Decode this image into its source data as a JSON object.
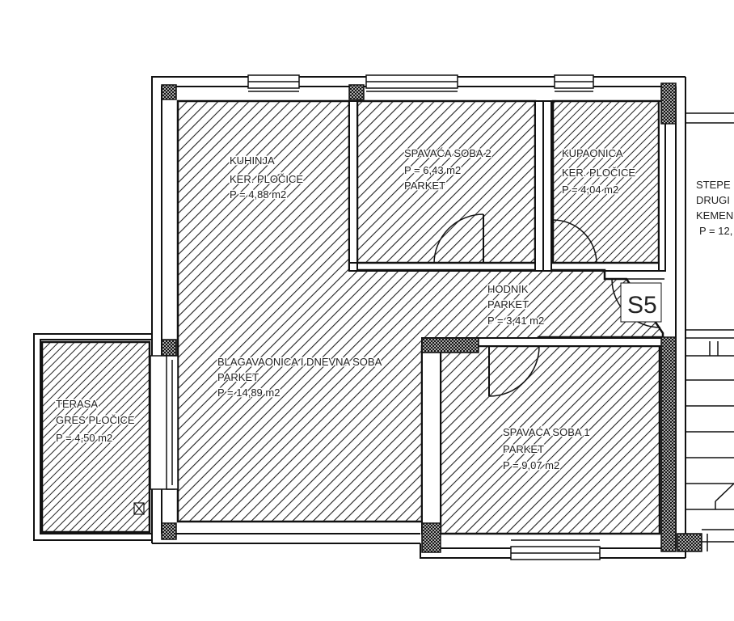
{
  "colors": {
    "line": "#111111",
    "hatch": "#222222",
    "background": "#ffffff",
    "wall_fill": "#ffffff"
  },
  "rooms": [
    {
      "id": "kuhinja",
      "lines": [
        "KUHINJA",
        "KER. PLOČICE",
        "P = 4,88 m2"
      ]
    },
    {
      "id": "spavaca-soba-2",
      "lines": [
        "SPAVAĆA SOBA 2",
        "P = 6,43 m2",
        "PARKET"
      ]
    },
    {
      "id": "kupaonica",
      "lines": [
        "KUPAONICA",
        "KER. PLOČICE",
        "P = 4,04 m2"
      ]
    },
    {
      "id": "stepenice",
      "lines": [
        "STEPE",
        "DRUGI",
        "KEMEN",
        "P = 12,"
      ]
    },
    {
      "id": "hodnik",
      "lines": [
        "HODNIK",
        "PARKET",
        "P = 3,41 m2"
      ]
    },
    {
      "id": "blagavaonica",
      "lines": [
        "BLAGAVAONICA I DNEVNA SOBA",
        "PARKET",
        "P = 14,89 m2"
      ]
    },
    {
      "id": "terasa",
      "lines": [
        "TERASA",
        "GRES PLOČICE",
        "P = 4,50 m2"
      ]
    },
    {
      "id": "spavaca-soba-1",
      "lines": [
        "SPAVAĆA SOBA 1",
        "PARKET",
        "P = 9,07 m2"
      ]
    }
  ],
  "markers": {
    "shaft": "S5"
  }
}
